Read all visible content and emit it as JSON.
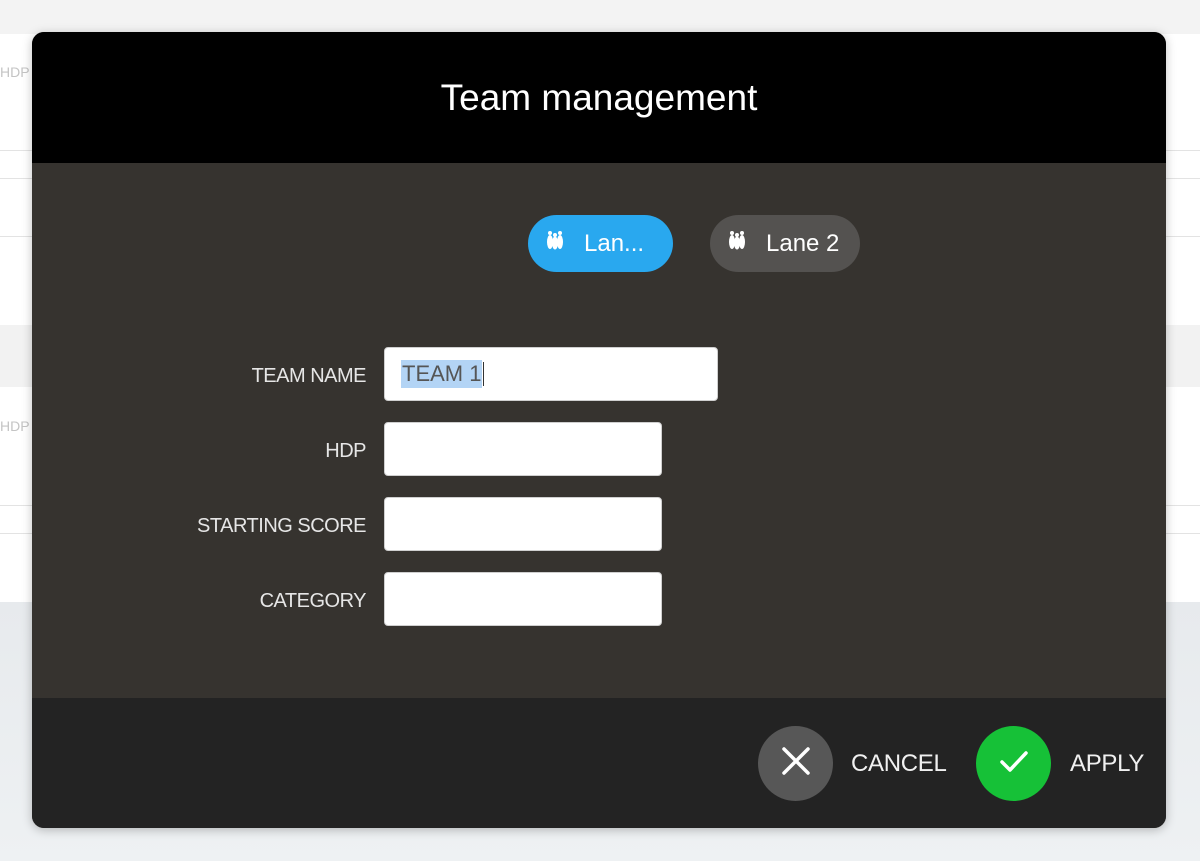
{
  "background": {
    "faint_labels": [
      "HDP",
      "HDP"
    ]
  },
  "modal": {
    "title": "Team management",
    "lanes": [
      {
        "label": "Lan...",
        "active": true,
        "icon": "bowling-pins-icon"
      },
      {
        "label": "Lane 2",
        "active": false,
        "icon": "bowling-pins-icon"
      }
    ],
    "form": {
      "team_name": {
        "label": "TEAM NAME",
        "value": "TEAM 1"
      },
      "hdp": {
        "label": "HDP",
        "value": ""
      },
      "starting_score": {
        "label": "STARTING SCORE",
        "value": ""
      },
      "category": {
        "label": "CATEGORY",
        "value": ""
      }
    },
    "footer": {
      "cancel_label": "CANCEL",
      "apply_label": "APPLY"
    }
  },
  "colors": {
    "header": "#000000",
    "body": "#36332f",
    "footer": "#232323",
    "lane_active": "#29a8ef",
    "lane_inactive": "#545250",
    "cancel": "#575757",
    "apply": "#16c137"
  }
}
